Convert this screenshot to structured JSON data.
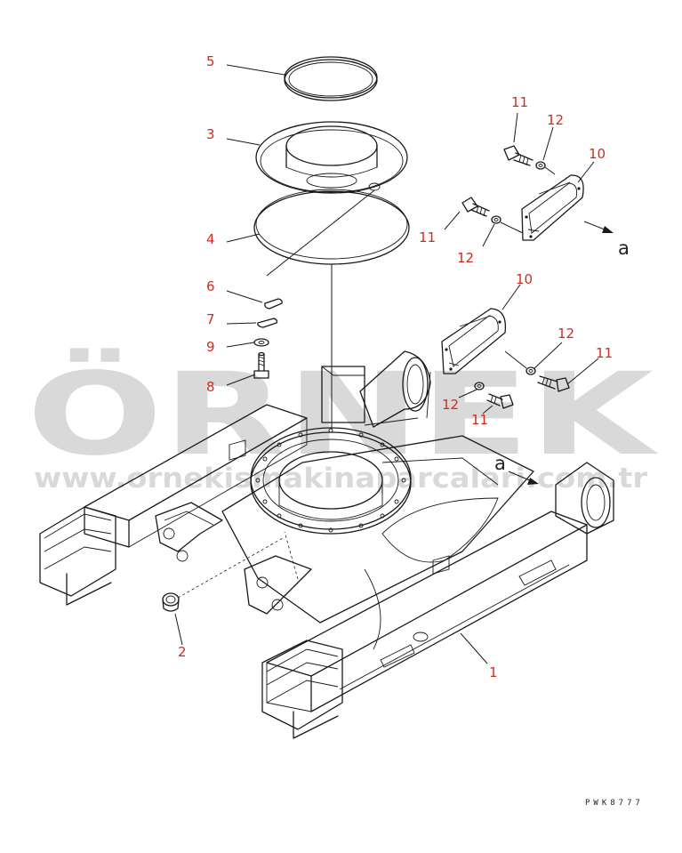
{
  "drawing": {
    "code": "PWK8777",
    "arrow_label": "a",
    "callouts": [
      "5",
      "3",
      "4",
      "6",
      "7",
      "9",
      "8",
      "11",
      "12",
      "10",
      "11",
      "12",
      "10",
      "12",
      "11",
      "12",
      "11",
      "2",
      "1"
    ]
  },
  "watermark": {
    "brand": "ÖRNEK",
    "url": "www.ornekismakinaparcalari.com.tr"
  }
}
